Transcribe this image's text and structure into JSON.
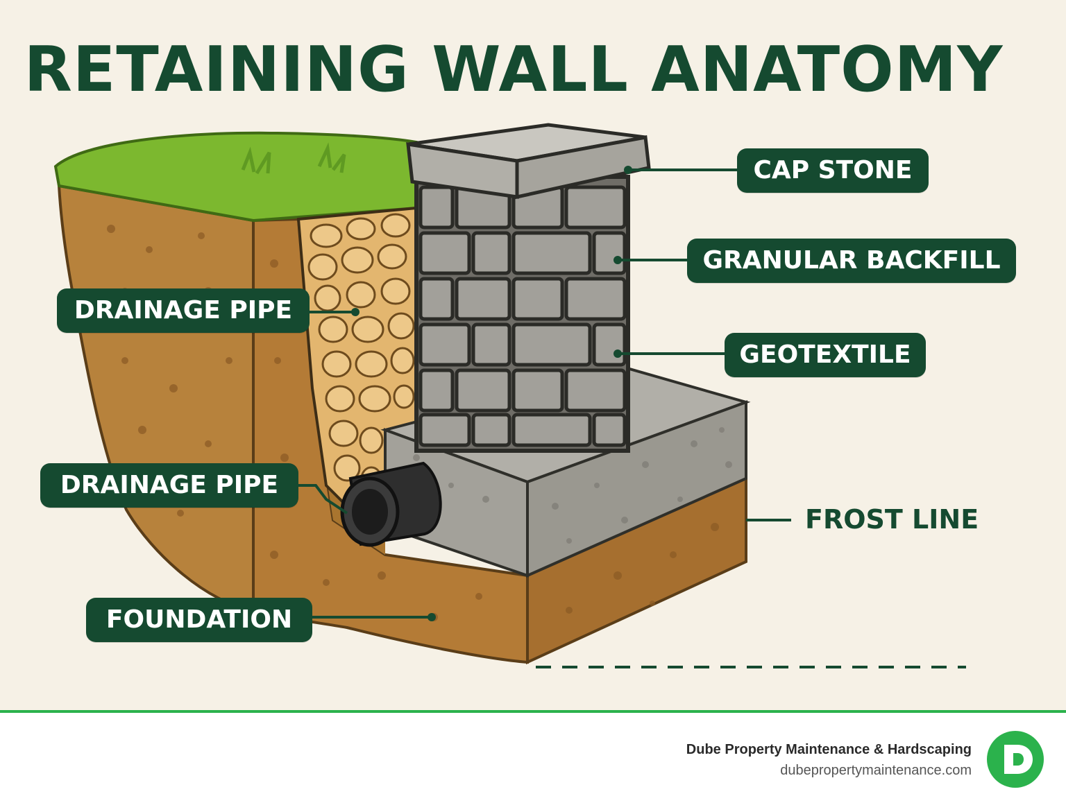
{
  "title": "RETAINING WALL ANATOMY",
  "labels": {
    "cap_stone": "CAP STONE",
    "granular_backfill": "GRANULAR BACKFILL",
    "geotextile": "GEOTEXTILE",
    "drainage_pipe_upper": "DRAINAGE PIPE",
    "drainage_pipe_lower": "DRAINAGE PIPE",
    "frost_line": "FROST LINE",
    "foundation": "FOUNDATION"
  },
  "footer": {
    "company": "Dube Property Maintenance & Hardscaping",
    "website": "dubepropertymaintenance.com",
    "logo_letter": "D"
  },
  "icons": {
    "logo": "company-logo-icon"
  },
  "colors": {
    "brand_dark_green": "#154a30",
    "brand_green": "#2bb24c",
    "background": "#f6f1e6",
    "grass": "#7cb82f",
    "soil": "#b7823c",
    "gravel": "#e3b66f",
    "block_gray": "#a2a09a",
    "concrete": "#a8a69f",
    "pipe": "#2e2e2e"
  }
}
